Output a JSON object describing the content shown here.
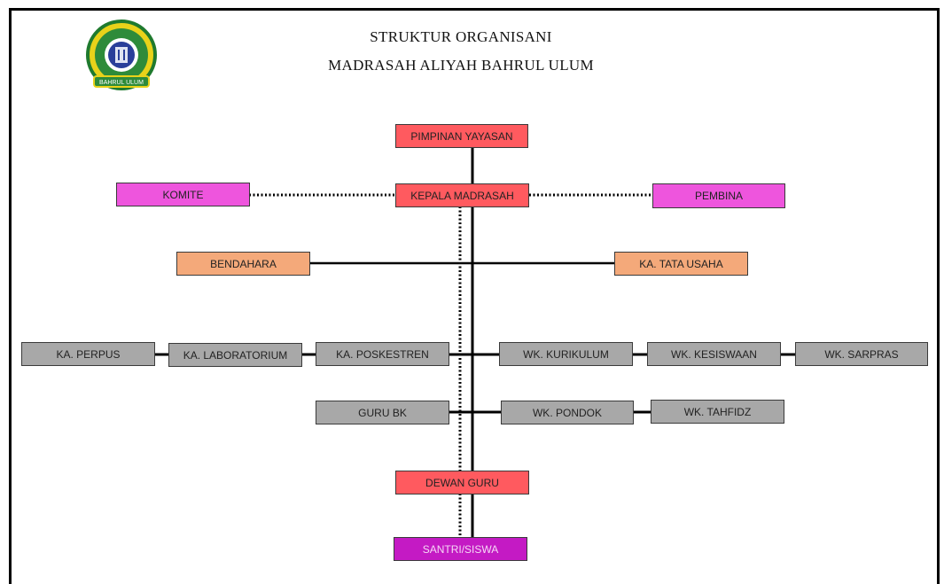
{
  "header": {
    "title_line1": "STRUKTUR ORGANISANI",
    "title_line2": "MADRASAH ALIYAH BAHRUL ULUM"
  },
  "logo": {
    "text": "BAHRUL ULUM"
  },
  "colors": {
    "leadership": "#ff5a5f",
    "advisory": "#ee55dd",
    "administration": "#f4a97a",
    "staff": "#a8a8a8",
    "students": "#c41ac4"
  },
  "nodes": {
    "pimpinan_yayasan": "PIMPINAN YAYASAN",
    "komite": "KOMITE",
    "kepala_madrasah": "KEPALA MADRASAH",
    "pembina": "PEMBINA",
    "bendahara": "BENDAHARA",
    "ka_tata_usaha": "KA. TATA USAHA",
    "ka_perpus": "KA. PERPUS",
    "ka_laboratorium": "KA. LABORATORIUM",
    "ka_poskestren": "KA. POSKESTREN",
    "wk_kurikulum": "WK. KURIKULUM",
    "wk_kesiswaan": "WK. KESISWAAN",
    "wk_sarpras": "WK. SARPRAS",
    "guru_bk": "GURU BK",
    "wk_pondok": "WK. PONDOK",
    "wk_tahfidz": "WK. TAHFIDZ",
    "dewan_guru": "DEWAN GURU",
    "santri_siswa": "SANTRI/SISWA"
  }
}
